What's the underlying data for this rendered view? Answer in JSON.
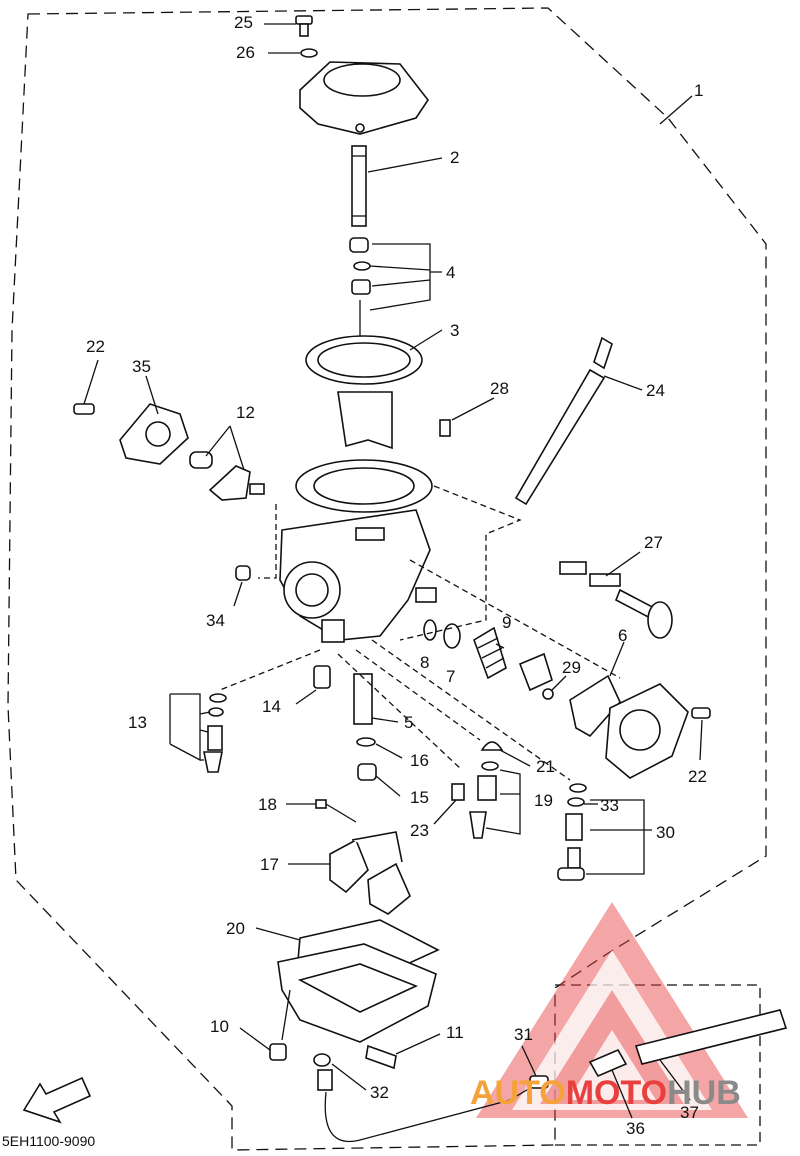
{
  "diagram": {
    "catalog_code": "5EH1100-9090",
    "fwd_label": "FWD",
    "callouts": [
      "1",
      "2",
      "3",
      "4",
      "5",
      "6",
      "7",
      "8",
      "9",
      "10",
      "11",
      "12",
      "13",
      "14",
      "15",
      "16",
      "17",
      "18",
      "19",
      "20",
      "21",
      "22",
      "22",
      "23",
      "24",
      "25",
      "26",
      "27",
      "28",
      "29",
      "30",
      "31",
      "32",
      "33",
      "34",
      "35",
      "36",
      "37"
    ]
  },
  "watermark": {
    "text_parts": [
      "AUTO",
      "MOTO",
      "HUB"
    ],
    "colors": {
      "red": "#e8403f",
      "orange": "#f5a23a",
      "gray": "#8a8a8a"
    }
  }
}
